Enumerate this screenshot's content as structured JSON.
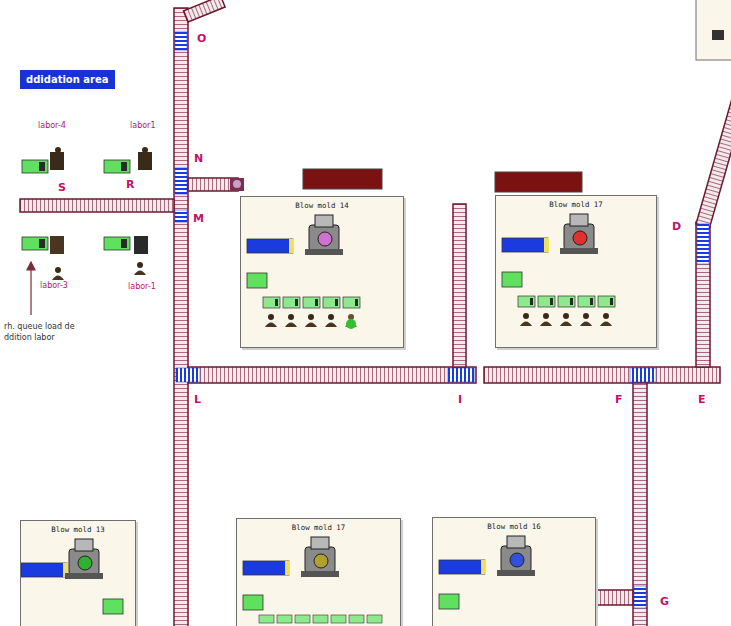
{
  "diagram": {
    "nodes": [
      {
        "text": [
          "ddidation area"
        ]
      },
      {
        "text": [
          "Blow mold 14"
        ]
      },
      {
        "text": [
          "Blow mold 17"
        ]
      },
      {
        "text": [
          "Blow mold 13"
        ]
      },
      {
        "text": [
          "Blow mold 17"
        ]
      },
      {
        "text": [
          "Blow mold 16"
        ]
      }
    ],
    "labels": [
      "O",
      "N",
      "M",
      "L",
      "I",
      "F",
      "E",
      "D",
      "G",
      "S",
      "R",
      "labor-4",
      "labor1",
      "labor-3",
      "labor-1",
      "rh. queue load de",
      "ddition labor"
    ]
  }
}
